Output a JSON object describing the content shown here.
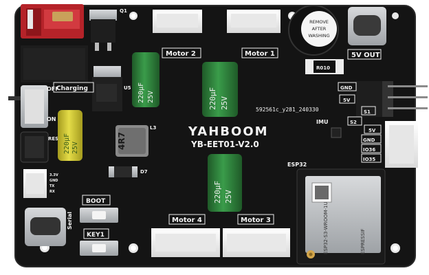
{
  "board": {
    "logo": "YAHBOOM",
    "model": "YB-EET01-V2.0",
    "serial_code": "592561c_y281_240330",
    "pcb_color": "#141414",
    "silk_color": "#f3f3f3"
  },
  "labels": {
    "motor1": "Motor 1",
    "motor2": "Motor 2",
    "motor3": "Motor 3",
    "motor4": "Motor 4",
    "q1": "Q1",
    "u5": "U5",
    "charging": "Charging",
    "off": "OFF",
    "on": "ON",
    "reset": "RESET",
    "serial": "Serial",
    "boot": "BOOT",
    "key1": "KEY1",
    "out_5v": "5V OUT",
    "r010": "R010",
    "imu": "IMU",
    "esp32": "ESP32",
    "l3": "L3",
    "d7": "D7",
    "inductor": "4R7",
    "sw_3v3": "3.3V",
    "sw_gnd": "GND",
    "sw_tx": "TX",
    "sw_rx": "RX",
    "hdr_gnd": "GND",
    "hdr_5v": "5V",
    "hdr_s1": "S1",
    "hdr_s2": "S2",
    "pin_5v": "5V",
    "pin_gnd": "GND",
    "pin_io36": "IO36",
    "pin_io35": "IO35"
  },
  "buzzer": {
    "line1": "REMOVE",
    "line2": "AFTER",
    "line3": "WASHING"
  },
  "capacitors": {
    "cap_left_top": {
      "value": "220μF",
      "voltage": "25V"
    },
    "cap_left_bottom": {
      "value": "220μF",
      "voltage": "25V"
    },
    "cap_center_top": {
      "value": "220μF",
      "voltage": "25V"
    },
    "cap_center_bottom": {
      "value": "220μF",
      "voltage": "25V"
    }
  },
  "esp_module": {
    "brand": "ESPRESSIF",
    "part": "ESP32-S3-WROOM-1U"
  },
  "colors": {
    "power_connector": "#c0282e",
    "cap_green": "#2f7d3a",
    "cap_yellow": "#d7cf37",
    "white_connector": "#f2f2f2",
    "metal": "#bfc2c5"
  }
}
